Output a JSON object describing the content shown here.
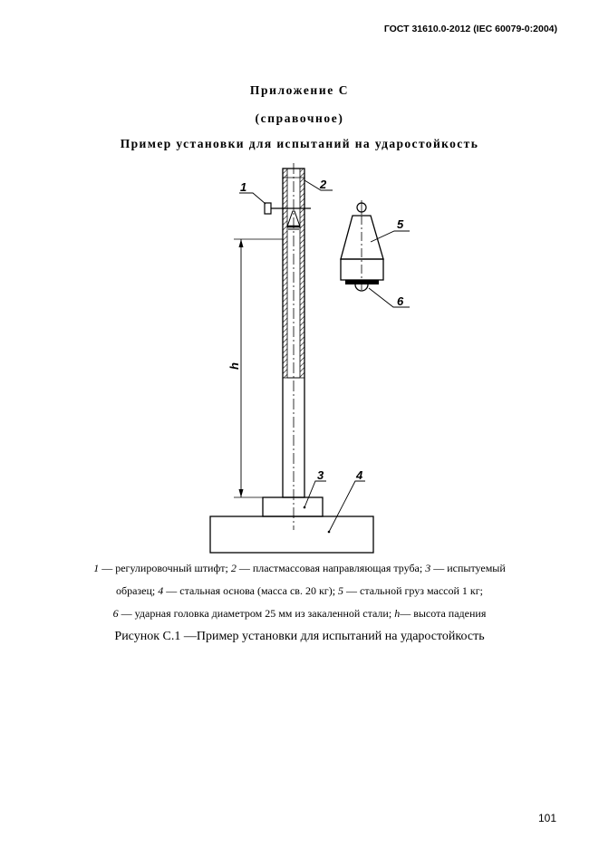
{
  "header": {
    "standard_code": "ГОСТ 31610.0-2012 (IEC 60079-0:2004)"
  },
  "appendix": {
    "title": "Приложение С",
    "status": "(справочное)",
    "heading": "Пример установки для испытаний на ударостойкость"
  },
  "figure": {
    "callouts": [
      "1",
      "2",
      "3",
      "4",
      "5",
      "6"
    ],
    "dimension_label": "h",
    "legend": [
      {
        "num": "1",
        "text": " — регулировочный штифт; "
      },
      {
        "num": "2",
        "text": " — пластмассовая направляющая труба; "
      },
      {
        "num": "3",
        "text": " — испытуемый"
      },
      {
        "num": "",
        "text": "образец; "
      },
      {
        "num": "4",
        "text": " — стальная основа (масса св. 20 кг); "
      },
      {
        "num": "5",
        "text": " — стальной груз массой 1 кг;"
      },
      {
        "num": "6",
        "text": " — ударная головка диаметром 25 мм из закаленной стали; "
      },
      {
        "num": "h",
        "text": "— высота падения"
      }
    ],
    "caption": "Рисунок С.1 —Пример установки для испытаний на ударостойкость"
  },
  "footer": {
    "page_number": "101"
  }
}
